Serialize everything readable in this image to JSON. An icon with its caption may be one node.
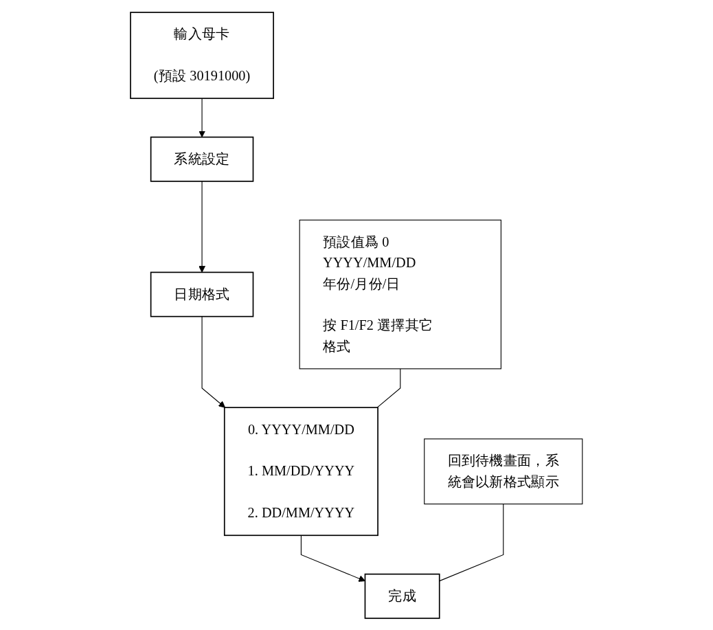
{
  "diagram": {
    "nodes": [
      {
        "text": [
          "輸入母卡",
          "(預設 30191000)"
        ]
      },
      {
        "text": [
          "系統設定"
        ]
      },
      {
        "text": [
          "日期格式"
        ]
      },
      {
        "text": [
          "0. YYYY/MM/DD",
          "1. MM/DD/YYYY",
          "2. DD/MM/YYYY"
        ]
      },
      {
        "text": [
          "預設值爲 0 YYYY/MM/DD 年份/月份/日",
          "按 F1/F2 選擇其它格式"
        ]
      },
      {
        "text": [
          "完成"
        ]
      },
      {
        "text": [
          "回到待機畫面，系統會以新格式顯示"
        ]
      }
    ],
    "edges": [
      {
        "from": 0,
        "to": 1,
        "arrow": "to"
      },
      {
        "from": 1,
        "to": 2,
        "arrow": "to"
      },
      {
        "from": 2,
        "to": 3,
        "arrow": "to"
      },
      {
        "from": 4,
        "to": 3,
        "arrow": "none"
      },
      {
        "from": 3,
        "to": 5,
        "arrow": "to"
      },
      {
        "from": 6,
        "to": 5,
        "arrow": "none"
      }
    ]
  }
}
